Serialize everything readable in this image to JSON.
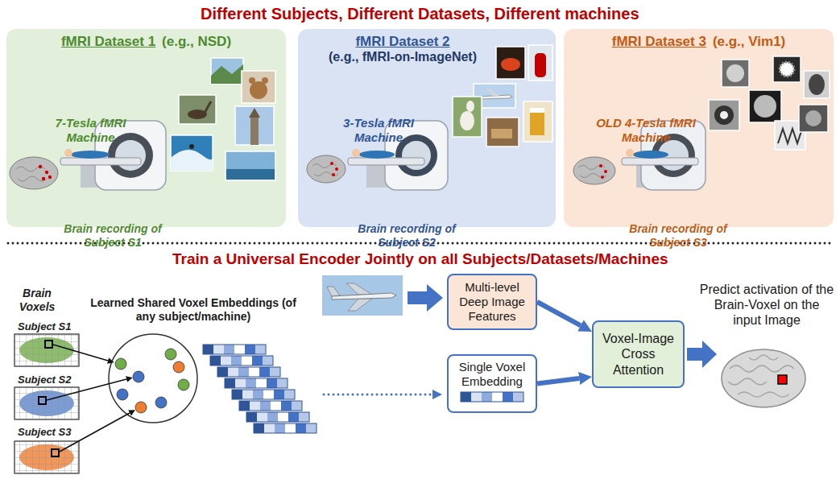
{
  "diagram": {
    "title": "Different Subjects, Different Datasets, Different machines",
    "nodes": [
      {
        "text": [
          "fMRI Dataset 1",
          "(e.g., NSD)",
          "7-Tesla fMRI Machine",
          "Brain recording of Subject S1"
        ]
      },
      {
        "text": [
          "fMRI Dataset 2",
          "(e.g., fMRI-on-ImageNet)",
          "3-Tesla fMRI Machine",
          "Brain recording of Subject S2"
        ]
      },
      {
        "text": [
          "fMRI Dataset 3",
          "(e.g., Vim1)",
          "OLD 4-Tesla fMRI Machine",
          "Brain recording of Subject S3"
        ]
      },
      {
        "text": [
          "Multi-level Deep Image Features"
        ]
      },
      {
        "text": [
          "Single Voxel Embedding"
        ]
      },
      {
        "text": [
          "Voxel-Image Cross Attention"
        ]
      }
    ],
    "edges": [
      {
        "from": 3,
        "to": 5,
        "arrow": "to"
      },
      {
        "from": 4,
        "to": 5,
        "arrow": "to"
      }
    ],
    "labels": [
      "Train a Universal Encoder Jointly on all Subjects/Datasets/Machines",
      "Brain Voxels",
      "Subject S1",
      "Subject S2",
      "Subject S3",
      "Learned Shared Voxel Embeddings (of any subject/machine)",
      "Predict activation of the Brain-Voxel on the input Image"
    ]
  }
}
